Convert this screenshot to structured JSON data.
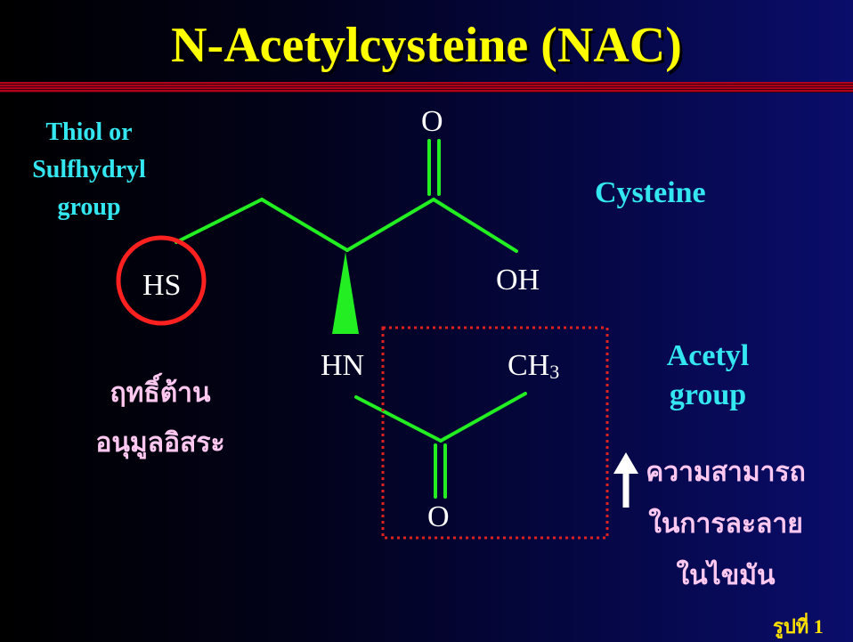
{
  "slide": {
    "title": "N-Acetylcysteine (NAC)",
    "caption": "รูปที่ 1"
  },
  "labels": {
    "thiol_group": [
      "Thiol or",
      "Sulfhydryl",
      "group"
    ],
    "cysteine": "Cysteine",
    "acetyl_group": [
      "Acetyl",
      "group"
    ],
    "antioxidant_effect": [
      "ฤทธิ์ต้าน",
      "อนุมูลอิสระ"
    ],
    "lipid_solubility": [
      "ความสามารถ",
      "ในการละลาย",
      "ในไขมัน"
    ]
  },
  "molecule": {
    "atoms": {
      "o_top": "O",
      "hs": "HS",
      "oh": "OH",
      "hn": "HN",
      "ch3_main": "CH",
      "ch3_sub": "3",
      "o_bottom": "O"
    }
  },
  "colors": {
    "background_left": "#000000",
    "background_right": "#0a0d6a",
    "title": "#ffff00",
    "bond": "#22ee22",
    "highlight_circle": "#ff2020",
    "acetyl_box": "#dd2020",
    "label_cyan": "#33e6f0",
    "label_pink": "#ffc8f0",
    "atom_text": "#ffffff"
  },
  "icons": {
    "increase_arrow": "up-arrow-icon"
  }
}
